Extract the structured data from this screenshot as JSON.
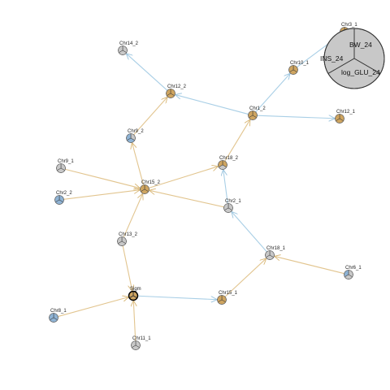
{
  "colors": {
    "edge_tan": "#e2c58f",
    "edge_blue": "#a9cfe6",
    "fill_tan": "#cfa560",
    "fill_grey": "#c8c8c8",
    "fill_blue": "#8fb3d4",
    "stroke": "#555555"
  },
  "legend": {
    "labels": [
      "BW_24",
      "INS_24",
      "log_GLU_24"
    ],
    "fills": [
      "#c8c8c8",
      "#c8c8c8",
      "#c8c8c8"
    ]
  },
  "nodes": [
    {
      "id": "chr3_1",
      "label": "Chr3_1",
      "fills": [
        "#cfa560",
        "#cfa560",
        "#cfa560"
      ]
    },
    {
      "id": "chr10_1",
      "label": "Chr10_1",
      "fills": [
        "#cfa560",
        "#cfa560",
        "#cfa560"
      ]
    },
    {
      "id": "chr14_2",
      "label": "Chr14_2",
      "fills": [
        "#c8c8c8",
        "#c8c8c8",
        "#c8c8c8"
      ]
    },
    {
      "id": "chr12_2",
      "label": "Chr12_2",
      "fills": [
        "#cfa560",
        "#cfa560",
        "#cfa560"
      ]
    },
    {
      "id": "chr1_2",
      "label": "Chr1_2",
      "fills": [
        "#cfa560",
        "#cfa560",
        "#cfa560"
      ]
    },
    {
      "id": "chr12_1",
      "label": "Chr12_1",
      "fills": [
        "#cfa560",
        "#cfa560",
        "#cfa560"
      ]
    },
    {
      "id": "chr9_2",
      "label": "Chr9_2",
      "fills": [
        "#c8c8c8",
        "#8fb3d4",
        "#8fb3d4"
      ]
    },
    {
      "id": "chr18_2",
      "label": "Chr18_2",
      "fills": [
        "#cfa560",
        "#cfa560",
        "#c8c8c8"
      ]
    },
    {
      "id": "chr9_1",
      "label": "Chr9_1",
      "fills": [
        "#c8c8c8",
        "#c8c8c8",
        "#c8c8c8"
      ]
    },
    {
      "id": "chr15_2",
      "label": "Chr15_2",
      "fills": [
        "#cfa560",
        "#cfa560",
        "#cfa560"
      ]
    },
    {
      "id": "chr2_2",
      "label": "Chr2_2",
      "fills": [
        "#8fb3d4",
        "#8fb3d4",
        "#8fb3d4"
      ]
    },
    {
      "id": "chr2_1",
      "label": "Chr2_1",
      "fills": [
        "#c8c8c8",
        "#c8c8c8",
        "#c8c8c8"
      ]
    },
    {
      "id": "chr13_2",
      "label": "Chr13_2",
      "fills": [
        "#c8c8c8",
        "#c8c8c8",
        "#c8c8c8"
      ]
    },
    {
      "id": "chr18_1",
      "label": "Chr18_1",
      "fills": [
        "#c8c8c8",
        "#c8c8c8",
        "#c8c8c8"
      ]
    },
    {
      "id": "chr6_1",
      "label": "Chr6_1",
      "fills": [
        "#c8c8c8",
        "#8fb3d4",
        "#c8c8c8"
      ]
    },
    {
      "id": "sigm",
      "label": "Sigm",
      "fills": [
        "#cfa560",
        "#cfa560",
        "#cfa560"
      ]
    },
    {
      "id": "chr15_1",
      "label": "Chr15_1",
      "fills": [
        "#cfa560",
        "#cfa560",
        "#cfa560"
      ]
    },
    {
      "id": "chr8_1",
      "label": "Chr8_1",
      "fills": [
        "#8fb3d4",
        "#8fb3d4",
        "#8fb3d4"
      ]
    },
    {
      "id": "chr11_1",
      "label": "Chr11_1",
      "fills": [
        "#c8c8c8",
        "#c8c8c8",
        "#c8c8c8"
      ]
    }
  ],
  "edges": [
    {
      "from": "chr10_1",
      "to": "chr3_1",
      "color": "blue"
    },
    {
      "from": "chr1_2",
      "to": "chr10_1",
      "color": "blue"
    },
    {
      "from": "chr12_2",
      "to": "chr14_2",
      "color": "blue"
    },
    {
      "from": "chr1_2",
      "to": "chr12_2",
      "color": "blue"
    },
    {
      "from": "chr1_2",
      "to": "chr12_1",
      "color": "blue"
    },
    {
      "from": "chr18_2",
      "to": "chr1_2",
      "color": "tan"
    },
    {
      "from": "chr9_2",
      "to": "chr12_2",
      "color": "tan"
    },
    {
      "from": "chr15_2",
      "to": "chr9_2",
      "color": "tan"
    },
    {
      "from": "chr15_2",
      "to": "chr18_2",
      "color": "tan"
    },
    {
      "from": "chr9_1",
      "to": "chr15_2",
      "color": "tan"
    },
    {
      "from": "chr2_2",
      "to": "chr15_2",
      "color": "tan"
    },
    {
      "from": "chr2_1",
      "to": "chr15_2",
      "color": "tan"
    },
    {
      "from": "chr13_2",
      "to": "chr15_2",
      "color": "tan"
    },
    {
      "from": "chr2_1",
      "to": "chr18_2",
      "color": "blue"
    },
    {
      "from": "chr18_1",
      "to": "chr2_1",
      "color": "blue"
    },
    {
      "from": "chr6_1",
      "to": "chr18_1",
      "color": "tan"
    },
    {
      "from": "chr15_1",
      "to": "chr18_1",
      "color": "tan"
    },
    {
      "from": "sigm",
      "to": "chr15_1",
      "color": "blue"
    },
    {
      "from": "chr13_2",
      "to": "sigm",
      "color": "tan"
    },
    {
      "from": "chr8_1",
      "to": "sigm",
      "color": "tan"
    },
    {
      "from": "chr11_1",
      "to": "sigm",
      "color": "tan"
    }
  ]
}
